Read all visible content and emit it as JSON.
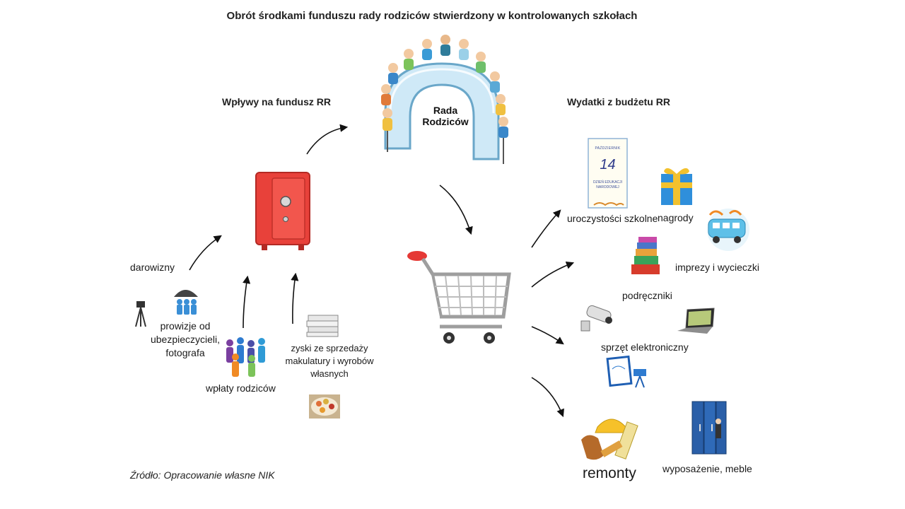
{
  "title": "Obrót środkami funduszu rady rodziców stwierdzony w kontrolowanych szkołach",
  "council": {
    "label": "Rada Rodziców"
  },
  "income": {
    "heading": "Wpływy na fundusz RR",
    "items": [
      {
        "label": "darowizny"
      },
      {
        "label": "prowizje od ubezpieczycieli, fotografa"
      },
      {
        "label": "wpłaty rodziców"
      },
      {
        "label": "zyski ze sprzedaży makulatury i wyrobów własnych"
      }
    ]
  },
  "expenses": {
    "heading": "Wydatki z budżetu RR",
    "poster": {
      "line1": "PAŹDZIERNIK",
      "number": "14",
      "line2": "DZIEŃ EDUKACJI NARODOWEJ"
    },
    "items": [
      {
        "label": "uroczystości szkolne"
      },
      {
        "label": "nagrody"
      },
      {
        "label": "imprezy i wycieczki"
      },
      {
        "label": "podręczniki"
      },
      {
        "label": "sprzęt elektroniczny"
      },
      {
        "label": "remonty"
      },
      {
        "label": "wyposażenie, meble"
      }
    ]
  },
  "source": "Źródło: Opracowanie własne NIK"
}
